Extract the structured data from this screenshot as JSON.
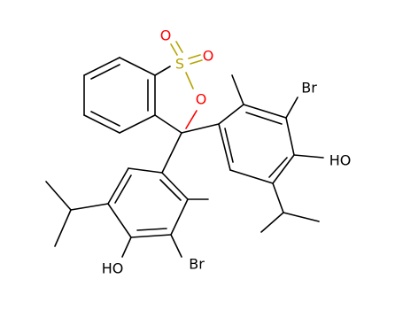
{
  "molecule": {
    "atoms": {
      "sulfur": "S",
      "sulfonyl_oxygen_top": "O",
      "sulfonyl_oxygen_right": "O",
      "ring_oxygen": "O",
      "bromine_right": "Br",
      "bromine_bottom": "Br",
      "hydroxyl_right": "HO",
      "hydroxyl_bottom": "HO"
    },
    "colors": {
      "bond": "#000000",
      "oxygen": "#ff0000",
      "sulfur": "#b5a300",
      "bromine": "#000000"
    }
  }
}
